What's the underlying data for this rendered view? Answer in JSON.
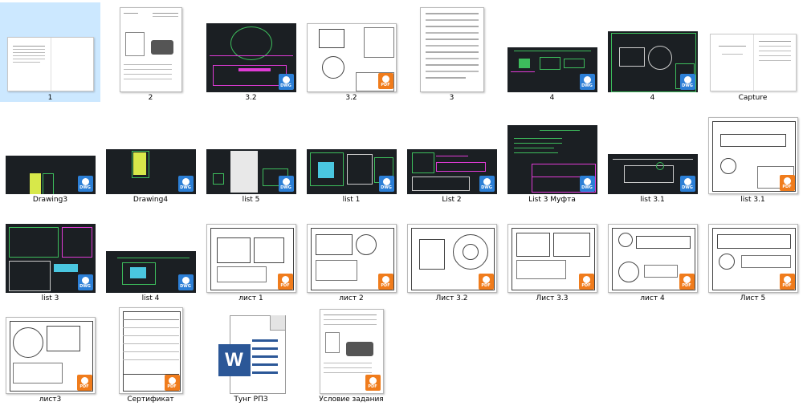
{
  "window": {
    "title": "Тунг"
  },
  "files": [
    {
      "label": "1",
      "kind": "doc-open"
    },
    {
      "label": "2",
      "kind": "pdf-page"
    },
    {
      "label": "3.2",
      "kind": "dwg"
    },
    {
      "label": "3.2",
      "kind": "pdf-drawing"
    },
    {
      "label": "3",
      "kind": "doc-text"
    },
    {
      "label": "4",
      "kind": "dwg"
    },
    {
      "label": "4",
      "kind": "dwg"
    },
    {
      "label": "Capture",
      "kind": "doc-open"
    },
    {
      "label": "Drawing3",
      "kind": "dwg"
    },
    {
      "label": "Drawing4",
      "kind": "dwg"
    },
    {
      "label": "list  5",
      "kind": "dwg"
    },
    {
      "label": "list 1",
      "kind": "dwg"
    },
    {
      "label": "List 2",
      "kind": "dwg"
    },
    {
      "label": "List 3 Муфта",
      "kind": "dwg"
    },
    {
      "label": "list 3.1",
      "kind": "dwg"
    },
    {
      "label": "list 3.1",
      "kind": "pdf-drawing"
    },
    {
      "label": "list 3",
      "kind": "dwg"
    },
    {
      "label": "list 4",
      "kind": "dwg"
    },
    {
      "label": "лист 1",
      "kind": "pdf-drawing"
    },
    {
      "label": "лист 2",
      "kind": "pdf-drawing"
    },
    {
      "label": "Лист 3.2",
      "kind": "pdf-drawing"
    },
    {
      "label": "Лист 3.3",
      "kind": "pdf-drawing"
    },
    {
      "label": "лист 4",
      "kind": "pdf-drawing"
    },
    {
      "label": "Лист 5",
      "kind": "pdf-drawing"
    },
    {
      "label": "лист3",
      "kind": "pdf-drawing"
    },
    {
      "label": "Сертификат",
      "kind": "pdf-page"
    },
    {
      "label": "Тунг РПЗ",
      "kind": "word"
    },
    {
      "label": "Условие задания",
      "kind": "pdf-page"
    }
  ],
  "badges": {
    "dwg": "DWG",
    "pdf": "PDF"
  },
  "word_letter": "W",
  "colors": {
    "selection": "#cce8ff",
    "dwg_bg": "#1b1f23",
    "dwg_badge": "#2c7fd6",
    "pdf_badge": "#f07c1c",
    "word_blue": "#2b5797"
  }
}
